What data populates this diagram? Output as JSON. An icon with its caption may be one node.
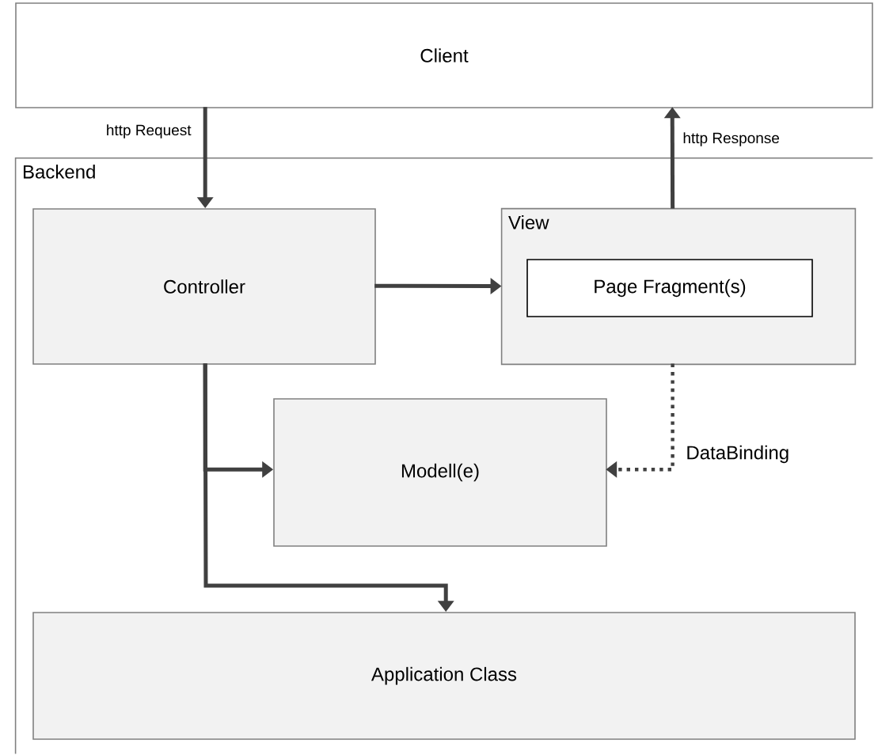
{
  "diagram": {
    "nodes": [
      {
        "text": [
          "Client"
        ]
      },
      {
        "text": [
          "Backend"
        ]
      },
      {
        "text": [
          "Controller"
        ],
        "in": 1
      },
      {
        "text": [
          "View"
        ],
        "in": 1
      },
      {
        "text": [
          "Page Fragment(s)"
        ],
        "in": 3
      },
      {
        "text": [
          "Modell(e)"
        ],
        "in": 1
      },
      {
        "text": [
          "Application Class"
        ],
        "in": 1
      }
    ],
    "edges": [
      {
        "from": 0,
        "to": 2,
        "arrow": "to",
        "label": "http Request"
      },
      {
        "from": 3,
        "to": 0,
        "arrow": "to",
        "label": "http Response"
      },
      {
        "from": 2,
        "to": 3,
        "arrow": "to"
      },
      {
        "from": 2,
        "to": 5,
        "arrow": "to"
      },
      {
        "from": 2,
        "to": 6,
        "arrow": "to"
      },
      {
        "from": 3,
        "to": 5,
        "arrow": "to",
        "label": "DataBinding",
        "style": "dashed"
      }
    ]
  }
}
